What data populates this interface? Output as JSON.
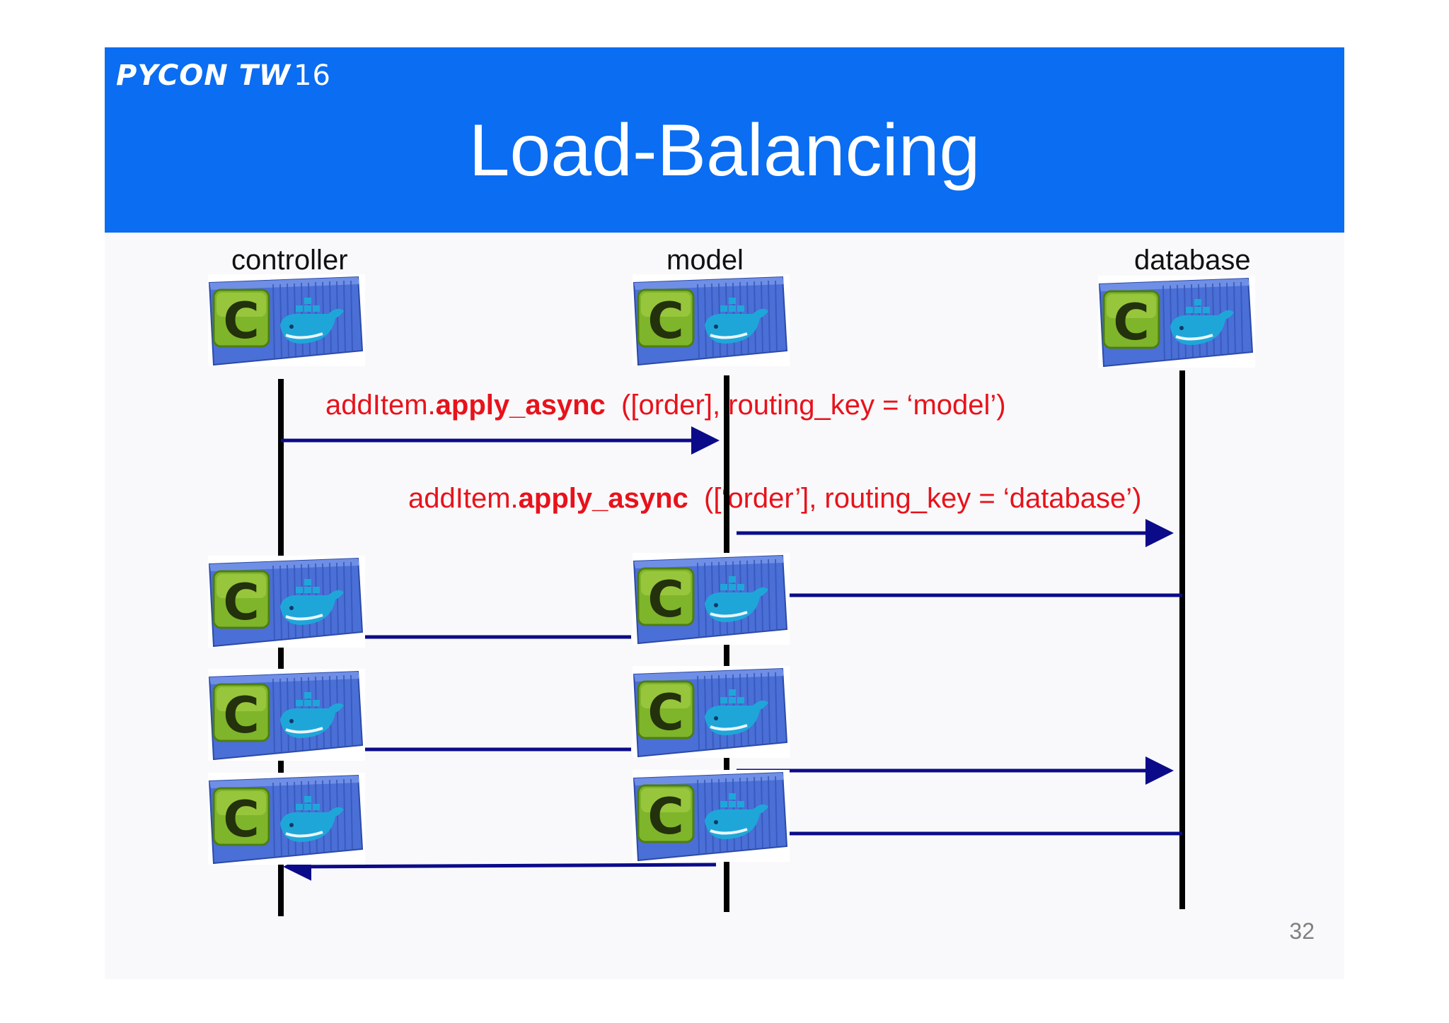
{
  "slide": {
    "logo": {
      "mark": "PYCON TW",
      "year": "16"
    },
    "title": "Load-Balancing",
    "page_number": "32"
  },
  "lanes": [
    {
      "id": "controller",
      "label": "controller"
    },
    {
      "id": "model",
      "label": "model"
    },
    {
      "id": "database",
      "label": "database"
    }
  ],
  "messages": [
    {
      "prefix": "addItem.",
      "method": "apply_async",
      "args": "  ([order], routing_key = ‘model’)"
    },
    {
      "prefix": "addItem.",
      "method": "apply_async",
      "args": "  ([‘order’], routing_key = ‘database’)"
    }
  ],
  "container_icon": {
    "name": "celery-docker-container-icon",
    "badge_letter": "C",
    "colors": {
      "container": "#4a6fd6",
      "badge": "#7fb52a",
      "whale": "#1fa6d9"
    }
  },
  "colors": {
    "banner": "#0a6df2",
    "arrow": "#0b0b8a",
    "lifeline": "#000000",
    "message_text": "#e8121b"
  }
}
